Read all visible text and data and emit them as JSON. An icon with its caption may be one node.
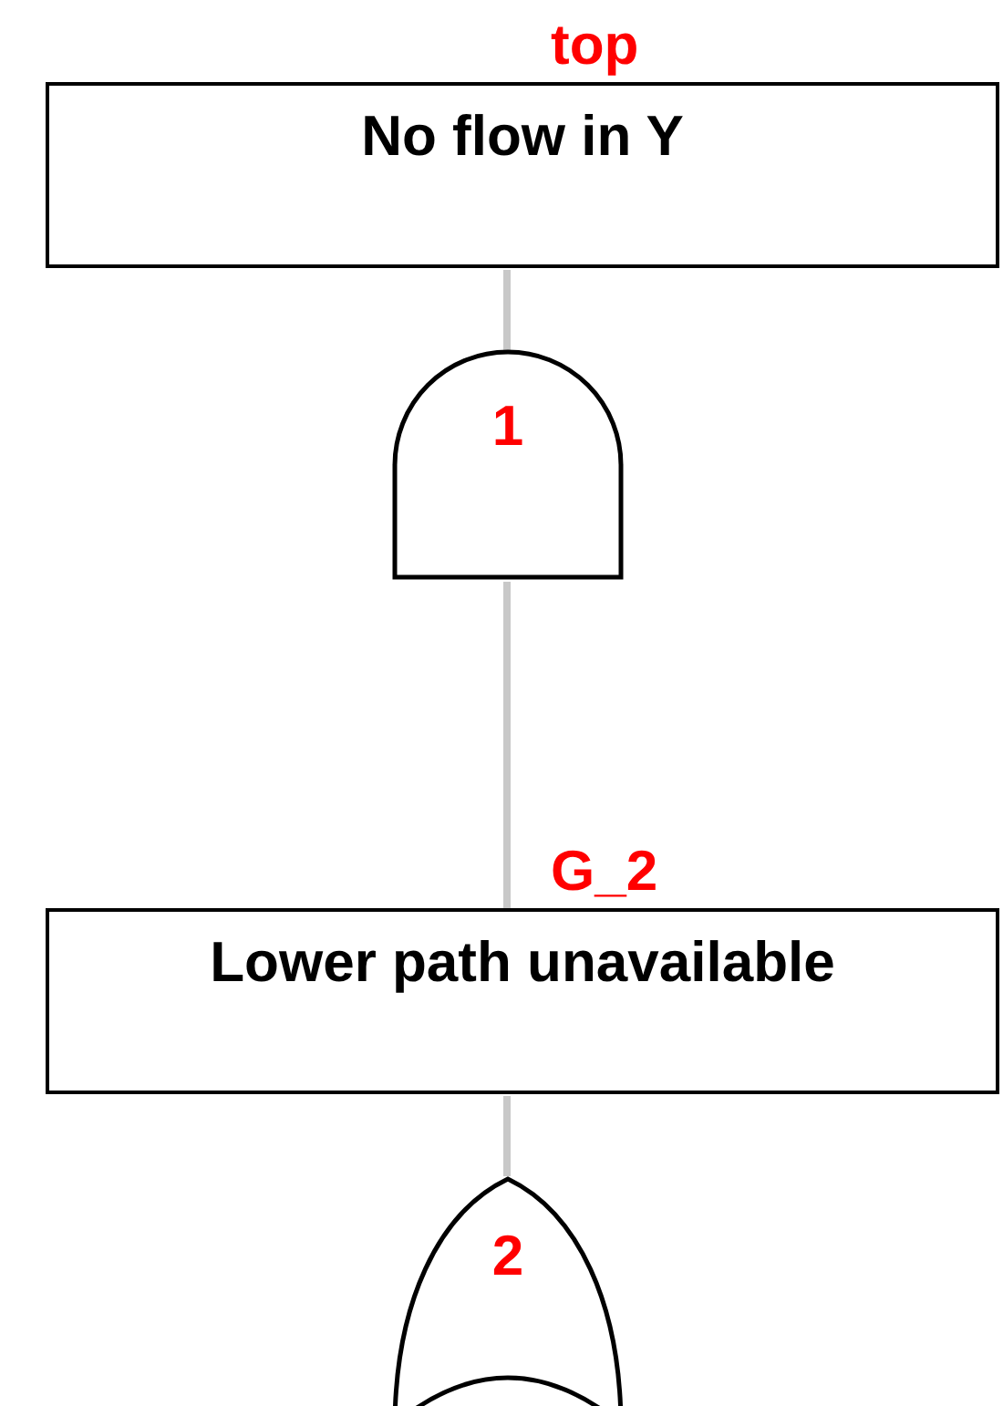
{
  "diagram": {
    "nodes": [
      {
        "text": [
          "top",
          "No flow in Y"
        ]
      },
      {
        "text": [
          "1"
        ]
      },
      {
        "text": [
          "G_2",
          "Lower path unavailable"
        ]
      },
      {
        "text": [
          "2"
        ]
      }
    ],
    "edges": [
      {
        "from": 0,
        "to": 1,
        "arrow": "none"
      },
      {
        "from": 1,
        "to": 2,
        "arrow": "none"
      },
      {
        "from": 2,
        "to": 3,
        "arrow": "none"
      }
    ]
  }
}
